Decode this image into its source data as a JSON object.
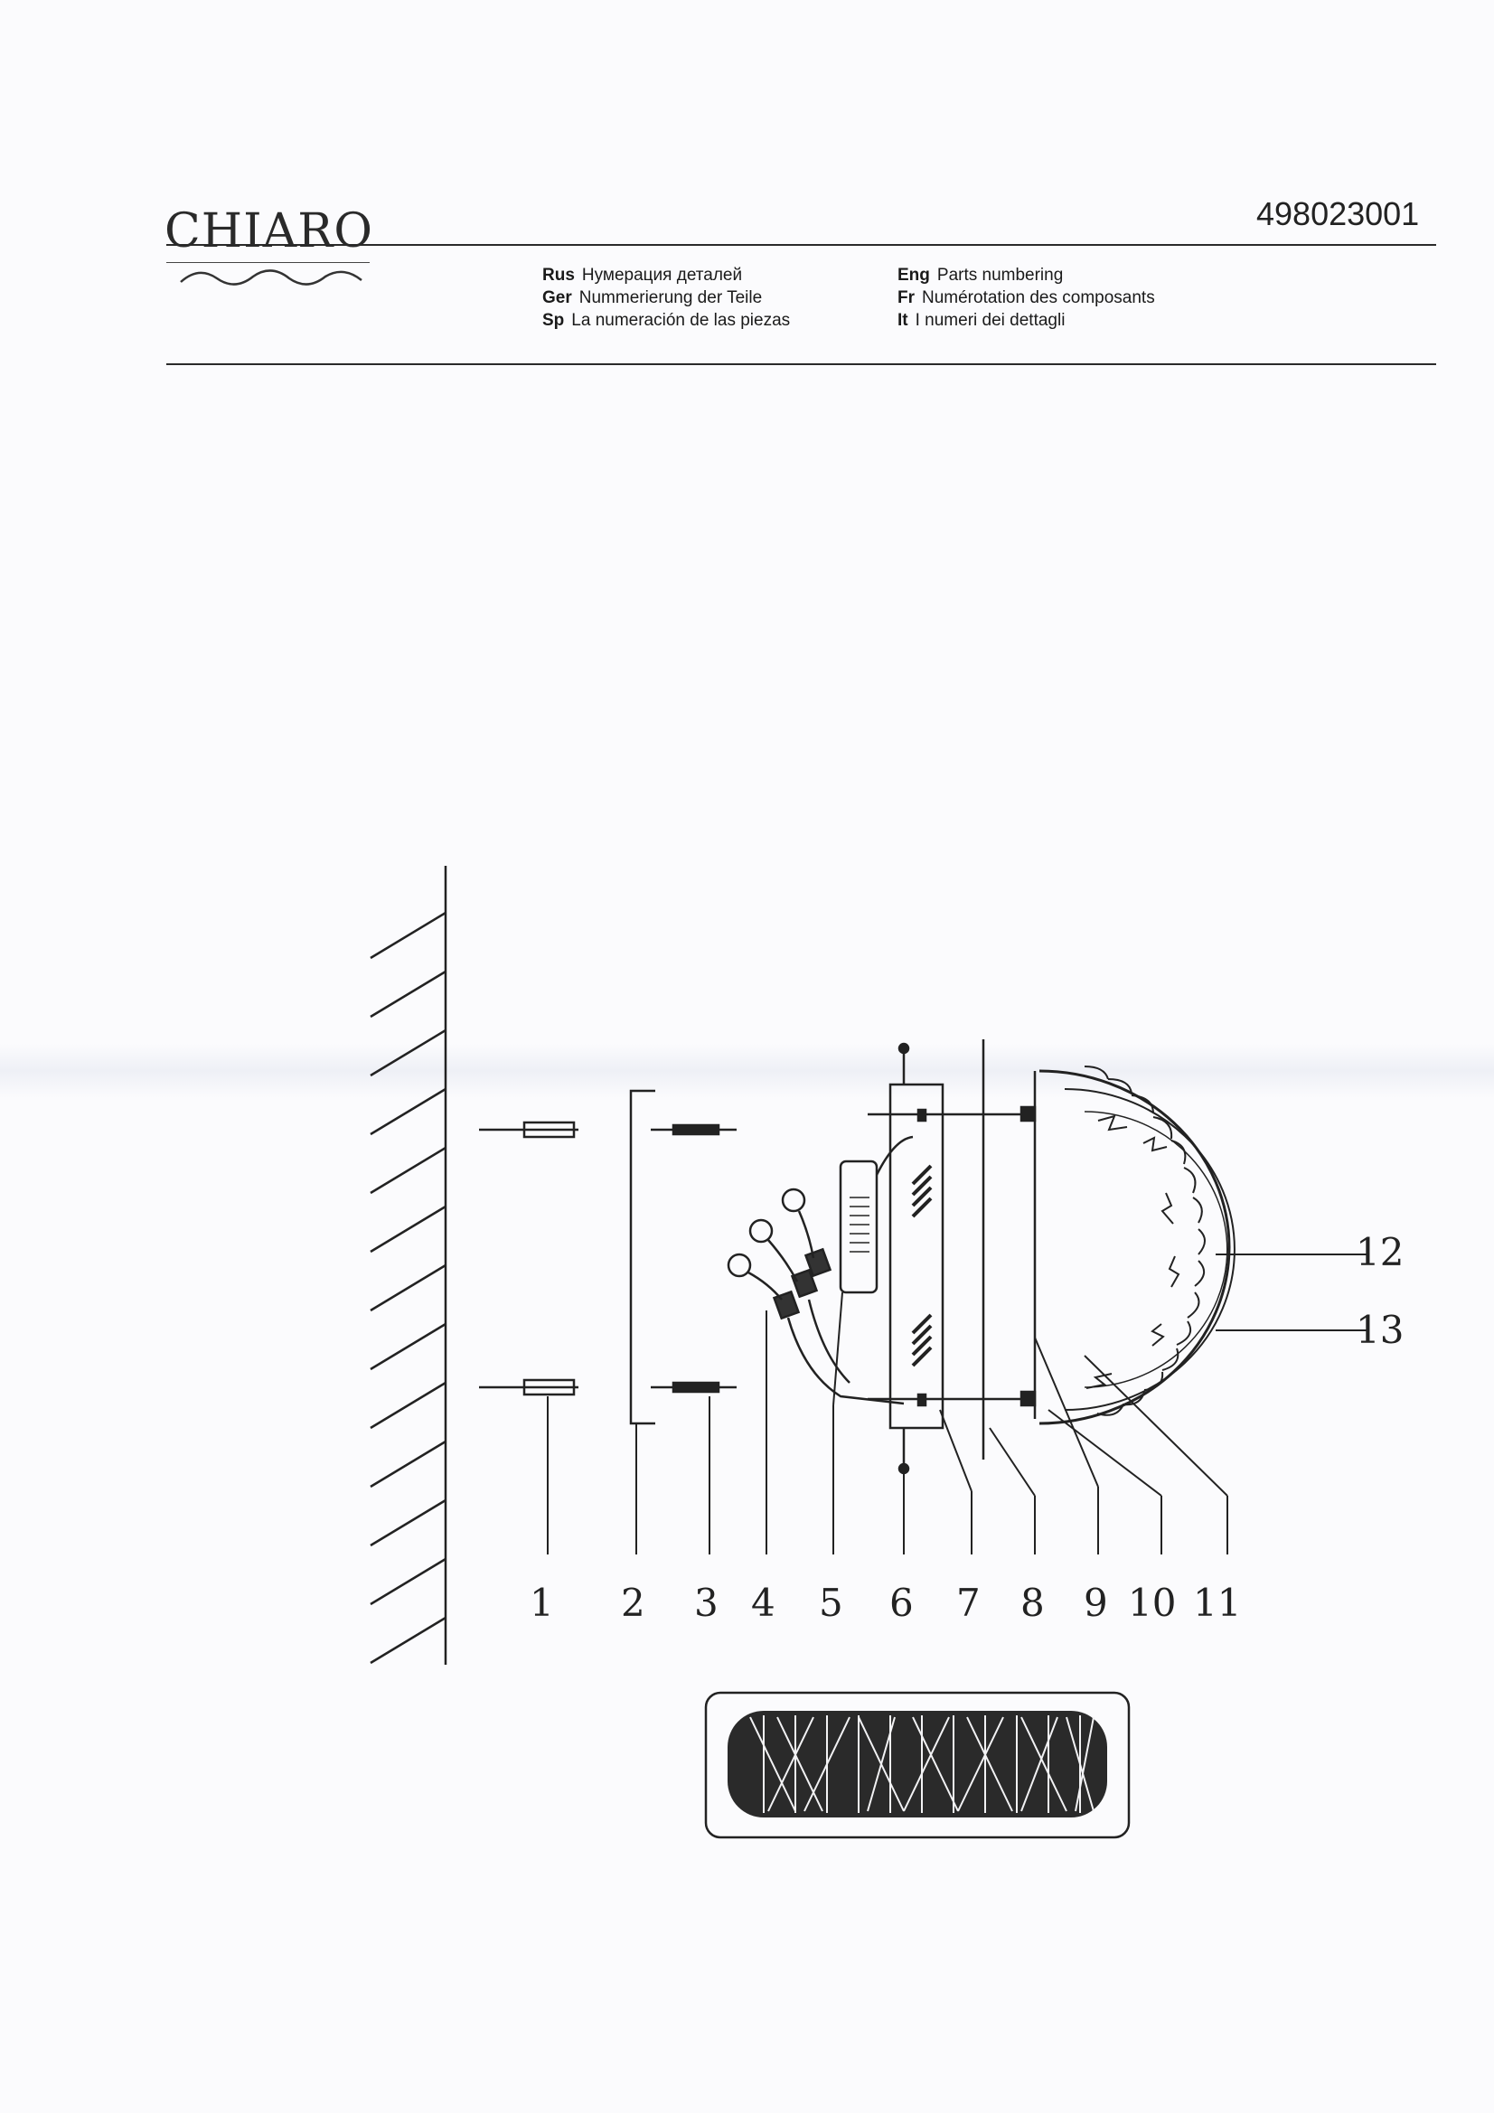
{
  "header": {
    "brand": "CHIARO",
    "product_code": "498023001",
    "languages": [
      {
        "code": "Rus",
        "text": "Нумерация деталей"
      },
      {
        "code": "Ger",
        "text": "Nummerierung der Teile"
      },
      {
        "code": "Sp",
        "text": "La numeración de las piezas"
      },
      {
        "code": "Eng",
        "text": "Parts numbering"
      },
      {
        "code": "Fr",
        "text": "Numérotation des composants"
      },
      {
        "code": "It",
        "text": "I numeri dei dettagli"
      }
    ]
  },
  "diagram": {
    "part_numbers": [
      "1",
      "2",
      "3",
      "4",
      "5",
      "6",
      "7",
      "8",
      "9",
      "10",
      "11",
      "12",
      "13"
    ],
    "icons": [
      "wall-hatch",
      "dowel",
      "screw",
      "bracket",
      "terminal-block",
      "driver",
      "mount-plate",
      "lamp-shade",
      "crystal-shade-front"
    ]
  }
}
